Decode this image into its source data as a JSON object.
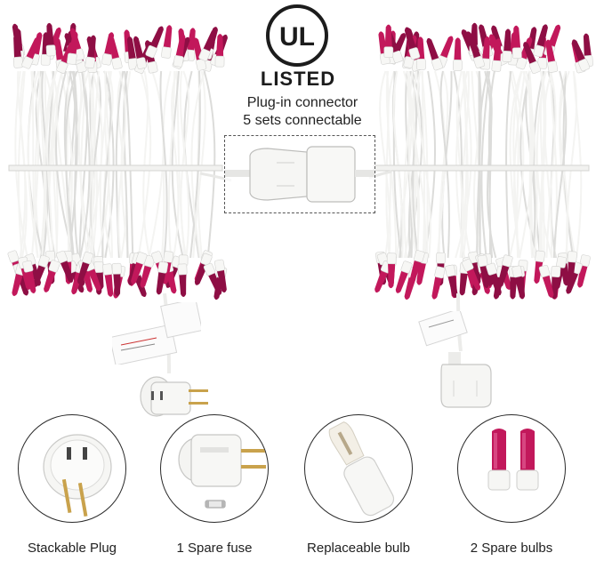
{
  "certification": {
    "logo_letters": "UL",
    "listed_text": "LISTED"
  },
  "connector_note": {
    "line1": "Plug-in connector",
    "line2": "5 sets connectable"
  },
  "features": [
    {
      "caption": "Stackable Plug"
    },
    {
      "caption": "1 Spare fuse"
    },
    {
      "caption": "Replaceable bulb"
    },
    {
      "caption": "2 Spare bulbs"
    }
  ],
  "colors": {
    "bulb": "#c2185b",
    "bulb_dark": "#8e0e44",
    "wire": "#f4f4f2",
    "outline": "#2a2a2a"
  }
}
